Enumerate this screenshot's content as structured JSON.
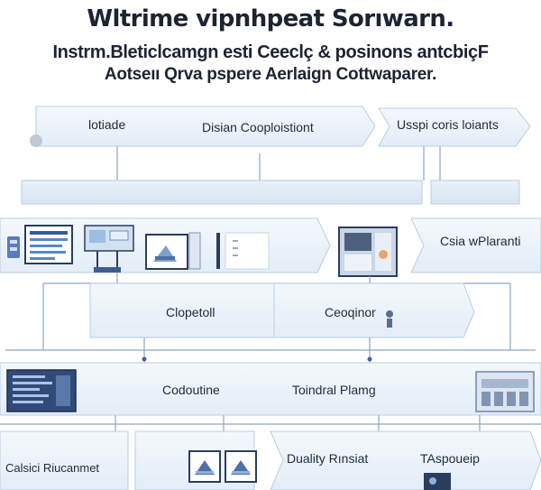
{
  "title": {
    "line1": "Wltrime vipnhpeat Sorıwarn.",
    "line2": "Instrm.Bleticlcamgn esti Ceeclç & posinons antcbiçF",
    "line3": "Aotseıı Qrva pspere Aerlaign Cottwaparer."
  },
  "row1": {
    "left_label": "lotiade",
    "middle_label": "Disian Cooploistiont",
    "right_label": "Usspi coris loiants"
  },
  "row2": {
    "right_label": "Csia wPlaranti"
  },
  "row3": {
    "left_label": "Clopetoll",
    "right_label": "Ceoqinor"
  },
  "row4": {
    "left_label": "Codoutine",
    "right_label": "Toindral Plamg"
  },
  "row5": {
    "left_label": "Calsici Riucanmet",
    "middle_label": "Duality Rınsiat",
    "right_label": "TAspoueip"
  },
  "colors": {
    "panel_fill": "#eaf2fa",
    "panel_stroke": "#b8cde2",
    "arrow_fill": "#dbe8f4",
    "line": "#8aa6c2",
    "connector_dot": "#4a5d9c"
  },
  "icons": [
    "monitor-icon",
    "sensor-board-icon",
    "chart-frame-icon",
    "document-icon",
    "machine-screen-icon",
    "terminal-icon",
    "control-panel-icon",
    "pyramid-chart-icon",
    "figure-icon"
  ]
}
